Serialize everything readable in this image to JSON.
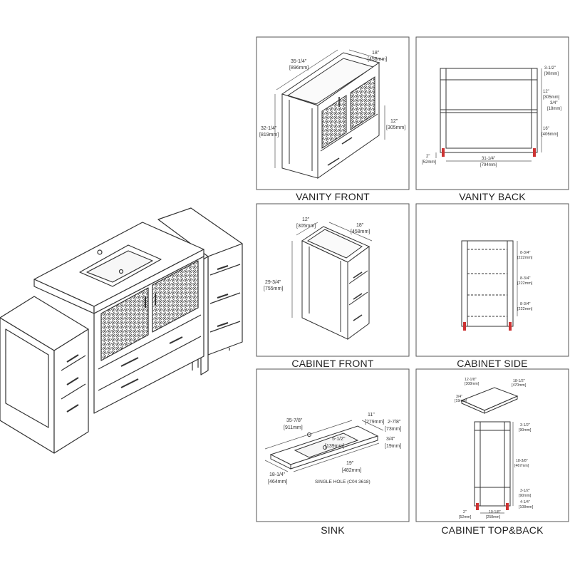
{
  "panels": {
    "vanity_front": {
      "title": "VANITY FRONT",
      "dims": {
        "w1": "35-1/4\"",
        "w1mm": "[896mm]",
        "d1": "18\"",
        "d1mm": "[458mm]",
        "h1": "32-1/4\"",
        "h1mm": "[819mm]",
        "h2": "12\"",
        "h2mm": "[305mm]"
      }
    },
    "vanity_back": {
      "title": "VANITY BACK",
      "dims": {
        "a": "3-1/2\"",
        "amm": "[90mm]",
        "b": "12\"",
        "bmm": "[305mm]",
        "c": "3/4\"",
        "cmm": "[18mm]",
        "d": "16\"",
        "dmm": "[406mm]",
        "e": "2\"",
        "emm": "[52mm]",
        "f": "31-1/4\"",
        "fmm": "[794mm]"
      }
    },
    "cabinet_front": {
      "title": "CABINET FRONT",
      "dims": {
        "a": "12\"",
        "amm": "[305mm]",
        "b": "18\"",
        "bmm": "[458mm]",
        "c": "29-3/4\"",
        "cmm": "[755mm]"
      }
    },
    "cabinet_side": {
      "title": "CABINET SIDE",
      "dims": {
        "a": "8-3/4\"",
        "amm": "[222mm]",
        "b": "8-3/4\"",
        "bmm": "[222mm]",
        "c": "8-3/4\"",
        "cmm": "[222mm]"
      }
    },
    "sink": {
      "title": "SINK",
      "dims": {
        "a": "35-7/8\"",
        "amm": "[911mm]",
        "b": "11\"",
        "bmm": "[279mm]",
        "c": "2-7/8\"",
        "cmm": "[73mm]",
        "d": "5-1/2\"",
        "dmm": "[139mm]",
        "e": "3/4\"",
        "emm": "[19mm]",
        "f": "19\"",
        "fmm": "[482mm]",
        "g": "18-1/4\"",
        "gmm": "[464mm]",
        "note": "SINGLE HOLE (C04 3618)"
      }
    },
    "cabinet_top_back": {
      "title": "CABINET TOP&BACK",
      "dims": {
        "a": "12-1/8\"",
        "amm": "[308mm]",
        "b": "18-1/2\"",
        "bmm": "[470mm]",
        "c": "3/4\"",
        "cmm": "[19mm]",
        "d": "3-1/2\"",
        "dmm": "[90mm]",
        "e": "18-3/8\"",
        "emm": "[467mm]",
        "f": "3-1/2\"",
        "fmm": "[90mm]",
        "g": "4-1/4\"",
        "gmm": "[108mm]",
        "h": "2\"",
        "hmm": "[52mm]",
        "i": "10-1/8\"",
        "imm": "[258mm]"
      }
    }
  }
}
